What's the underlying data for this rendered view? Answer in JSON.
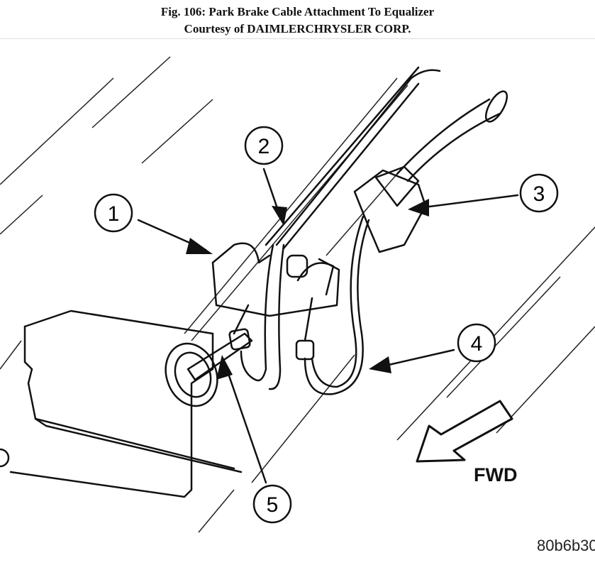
{
  "figure": {
    "title": "Fig. 106: Park Brake Cable Attachment To Equalizer",
    "credit": "Courtesy of DAIMLERCHRYSLER CORP."
  },
  "callouts": [
    "1",
    "2",
    "3",
    "4",
    "5"
  ],
  "direction_label": "FWD",
  "image_code": "80b6b30"
}
